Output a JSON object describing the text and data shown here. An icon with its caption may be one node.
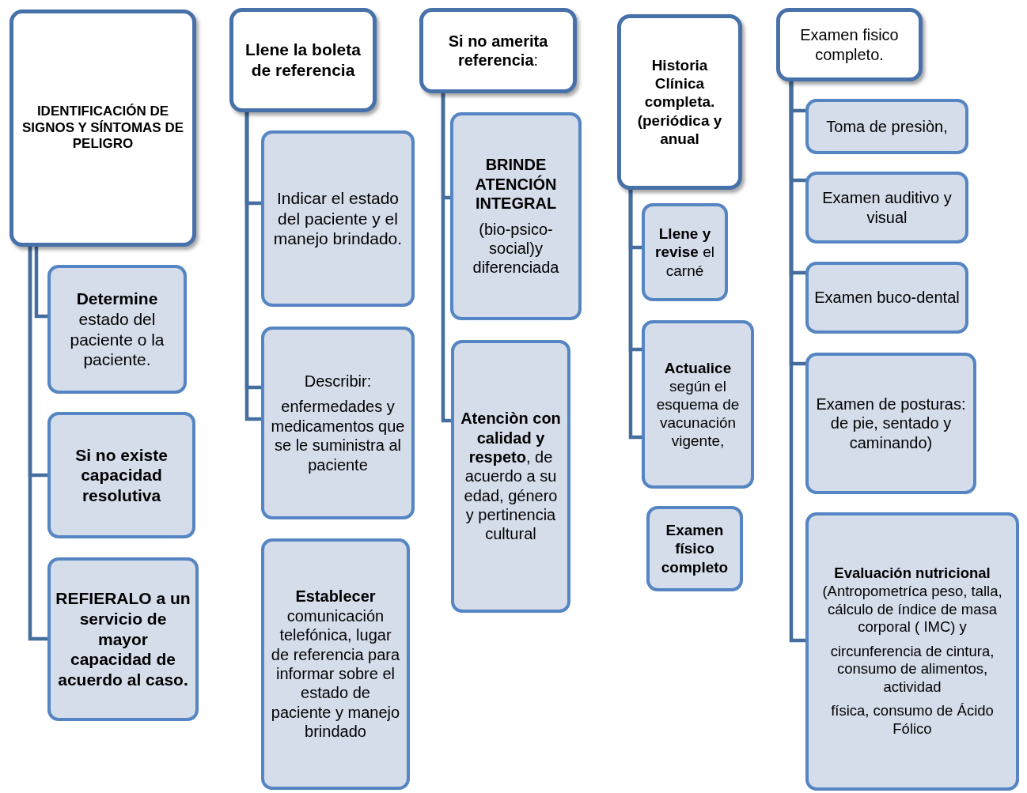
{
  "diagram": {
    "nodes": [
      {
        "text": [
          "IDENTIFICACIÓN DE SIGNOS Y SÍNTOMAS DE PELIGRO"
        ]
      },
      {
        "text": [
          "**Determine** estado del paciente o la paciente."
        ]
      },
      {
        "text": [
          "Si no existe capacidad resolutiva"
        ]
      },
      {
        "text": [
          "REFIERALO a un servicio de mayor capacidad de acuerdo al caso."
        ]
      },
      {
        "text": [
          "Llene la boleta de referencia"
        ]
      },
      {
        "text": [
          "Indicar el estado del paciente y el manejo brindado."
        ]
      },
      {
        "text": [
          "Describir:",
          "enfermedades y medicamentos que se le suministra al paciente"
        ]
      },
      {
        "text": [
          "**Establecer** comunicación telefónica, lugar de referencia para informar sobre el estado de paciente y manejo brindado"
        ]
      },
      {
        "text": [
          "**Si no amerita referencia**:"
        ]
      },
      {
        "text": [
          "BRINDE ATENCIÓN INTEGRAL",
          "(bio-psico-social)y diferenciada"
        ]
      },
      {
        "text": [
          "**Atenciòn con calidad y respeto**, de acuerdo a su edad, género y pertinencia cultural"
        ]
      },
      {
        "text": [
          "Historia Clínica completa. (periódica y anual"
        ]
      },
      {
        "text": [
          "**Llene y revise** el carné"
        ]
      },
      {
        "text": [
          "**Actualice** según el esquema de vacunación vigente,"
        ]
      },
      {
        "text": [
          "Examen físico completo"
        ]
      },
      {
        "text": [
          "Examen fisico completo."
        ]
      },
      {
        "text": [
          "Toma de presiòn,"
        ]
      },
      {
        "text": [
          "Examen auditivo y visual"
        ]
      },
      {
        "text": [
          "Examen buco-dental"
        ]
      },
      {
        "text": [
          "Examen de posturas: de pie, sentado y caminando)"
        ]
      },
      {
        "text": [
          "**Evaluación nutricional** (Antropometríca peso, talla, cálculo de índice de masa corporal ( IMC) y",
          "circunferencia de cintura, consumo de alimentos, actividad",
          "física, consumo de Ácido Fólico"
        ]
      }
    ],
    "edges": [
      {
        "from": 0,
        "to": 1,
        "arrow": "none"
      },
      {
        "from": 0,
        "to": 2,
        "arrow": "none"
      },
      {
        "from": 0,
        "to": 3,
        "arrow": "none"
      },
      {
        "from": 4,
        "to": 5,
        "arrow": "none"
      },
      {
        "from": 4,
        "to": 6,
        "arrow": "none"
      },
      {
        "from": 4,
        "to": 6,
        "arrow": "none"
      },
      {
        "from": 8,
        "to": 9,
        "arrow": "none"
      },
      {
        "from": 8,
        "to": 10,
        "arrow": "none"
      },
      {
        "from": 11,
        "to": 12,
        "arrow": "none"
      },
      {
        "from": 11,
        "to": 13,
        "arrow": "none"
      },
      {
        "from": 11,
        "to": 13,
        "arrow": "none"
      },
      {
        "from": 15,
        "to": 16,
        "arrow": "none"
      },
      {
        "from": 15,
        "to": 17,
        "arrow": "none"
      },
      {
        "from": 15,
        "to": 18,
        "arrow": "none"
      },
      {
        "from": 15,
        "to": 19,
        "arrow": "none"
      },
      {
        "from": 15,
        "to": 20,
        "arrow": "none"
      }
    ]
  }
}
